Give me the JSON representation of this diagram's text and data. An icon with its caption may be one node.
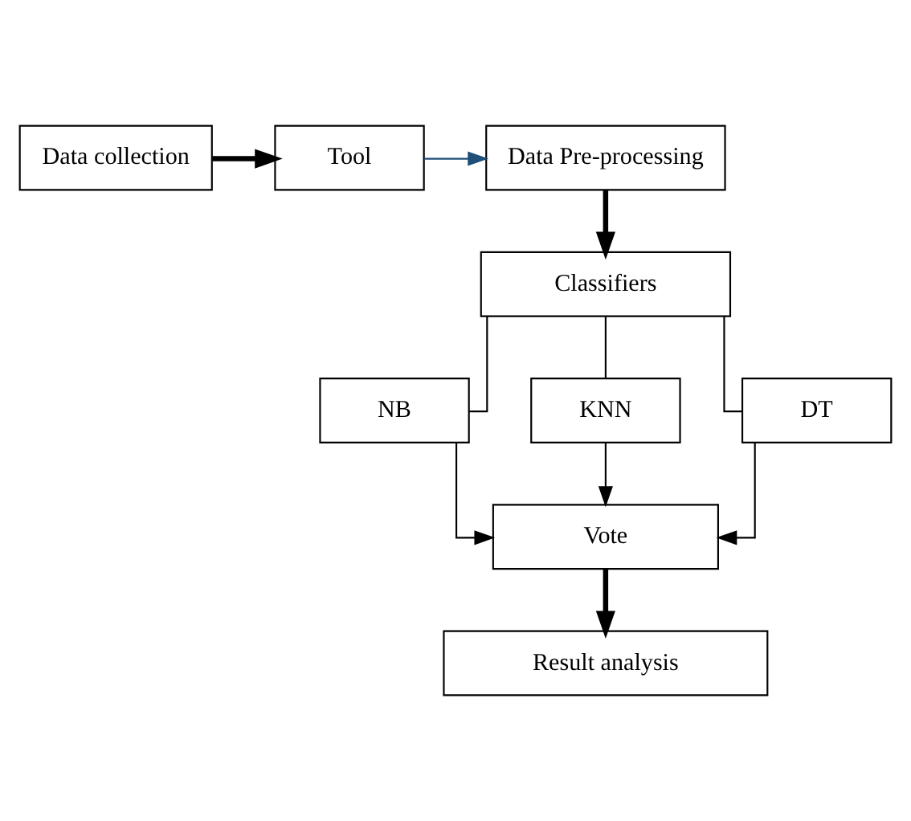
{
  "diagram": {
    "nodes": [
      {
        "text": [
          "Data collection"
        ]
      },
      {
        "text": [
          "Tool"
        ]
      },
      {
        "text": [
          "Data Pre-processing"
        ]
      },
      {
        "text": [
          "Classifiers"
        ]
      },
      {
        "text": [
          "NB"
        ]
      },
      {
        "text": [
          "KNN"
        ]
      },
      {
        "text": [
          "DT"
        ]
      },
      {
        "text": [
          "Vote"
        ]
      },
      {
        "text": [
          "Result analysis"
        ]
      }
    ],
    "edges": [
      {
        "from": 0,
        "to": 1,
        "arrow": "to",
        "style": "thick"
      },
      {
        "from": 1,
        "to": 2,
        "arrow": "to",
        "color": "#1f4e79"
      },
      {
        "from": 2,
        "to": 3,
        "arrow": "to",
        "style": "thick"
      },
      {
        "from": 3,
        "to": 4,
        "arrow": "none"
      },
      {
        "from": 3,
        "to": 5,
        "arrow": "none"
      },
      {
        "from": 3,
        "to": 6,
        "arrow": "none"
      },
      {
        "from": 4,
        "to": 7,
        "arrow": "to"
      },
      {
        "from": 5,
        "to": 7,
        "arrow": "to"
      },
      {
        "from": 6,
        "to": 7,
        "arrow": "to"
      },
      {
        "from": 7,
        "to": 8,
        "arrow": "to",
        "style": "thick"
      }
    ]
  }
}
